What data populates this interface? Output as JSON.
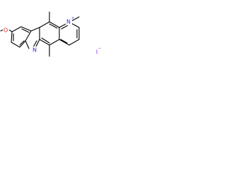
{
  "molecule": {
    "atoms": {
      "nitrogen_ring": "N",
      "nitrogen_cation_charge": "+",
      "nitrogen_indole": "N",
      "oxygen_methoxy": "O",
      "iodide": "I",
      "iodide_charge": "−"
    },
    "colors": {
      "bond": "#000000",
      "nitrogen": "#2b2bd6",
      "oxygen": "#e02020",
      "iodine": "#8a2be2"
    }
  }
}
